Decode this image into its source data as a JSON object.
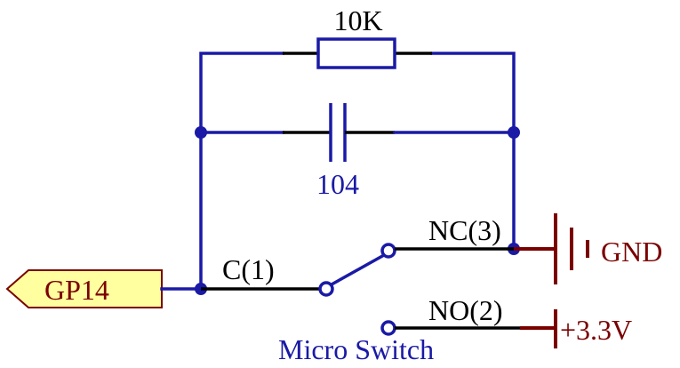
{
  "colors": {
    "wire": "#1a1aa6",
    "lead": "#000000",
    "power": "#7a0000",
    "port_fill": "#ffffa0",
    "label_blue": "#1a1aa6",
    "label_red": "#7a0000"
  },
  "labels": {
    "resistor": "10K",
    "capacitor": "104",
    "pin_c": "C(1)",
    "pin_nc": "NC(3)",
    "pin_no": "NO(2)",
    "gnd": "GND",
    "vcc": "+3.3V",
    "port": "GP14",
    "switch_name": "Micro Switch"
  }
}
